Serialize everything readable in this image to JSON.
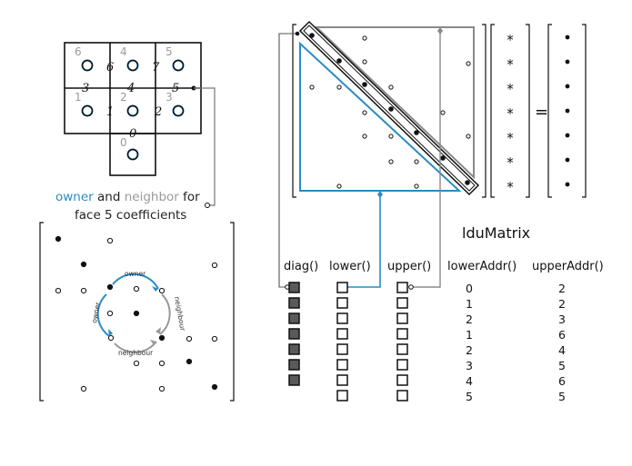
{
  "colors": {
    "owner": "#2a8cc4",
    "neighbor": "#9a9a9a",
    "ink": "#111111",
    "diag_fill": "#5a5a5a"
  },
  "mesh": {
    "cell_numbers": [
      "0",
      "1",
      "2",
      "3",
      "4",
      "5",
      "6"
    ],
    "face_numbers": [
      "0",
      "1",
      "2",
      "3",
      "4",
      "5",
      "6",
      "7"
    ]
  },
  "caption": {
    "owner_word": "owner",
    "and_word": " and ",
    "neighbor_word": "neighbor",
    "for_word": " for",
    "line2": "face 5 coefficients"
  },
  "circle_labels": {
    "owner_top": "owner",
    "owner_left": "owner",
    "neighbour_right": "neighbour",
    "neighbour_bottom": "neighbour"
  },
  "matrix_eq": {
    "equals": "=",
    "star": "*"
  },
  "ldu": {
    "title": "lduMatrix",
    "headers": {
      "diag": "diag()",
      "lower": "lower()",
      "upper": "upper()",
      "lower_addr": "lowerAddr()",
      "upper_addr": "upperAddr()"
    },
    "lower_addr": [
      "0",
      "1",
      "2",
      "1",
      "2",
      "3",
      "4",
      "5"
    ],
    "upper_addr": [
      "2",
      "2",
      "3",
      "6",
      "4",
      "5",
      "6",
      "5"
    ]
  }
}
